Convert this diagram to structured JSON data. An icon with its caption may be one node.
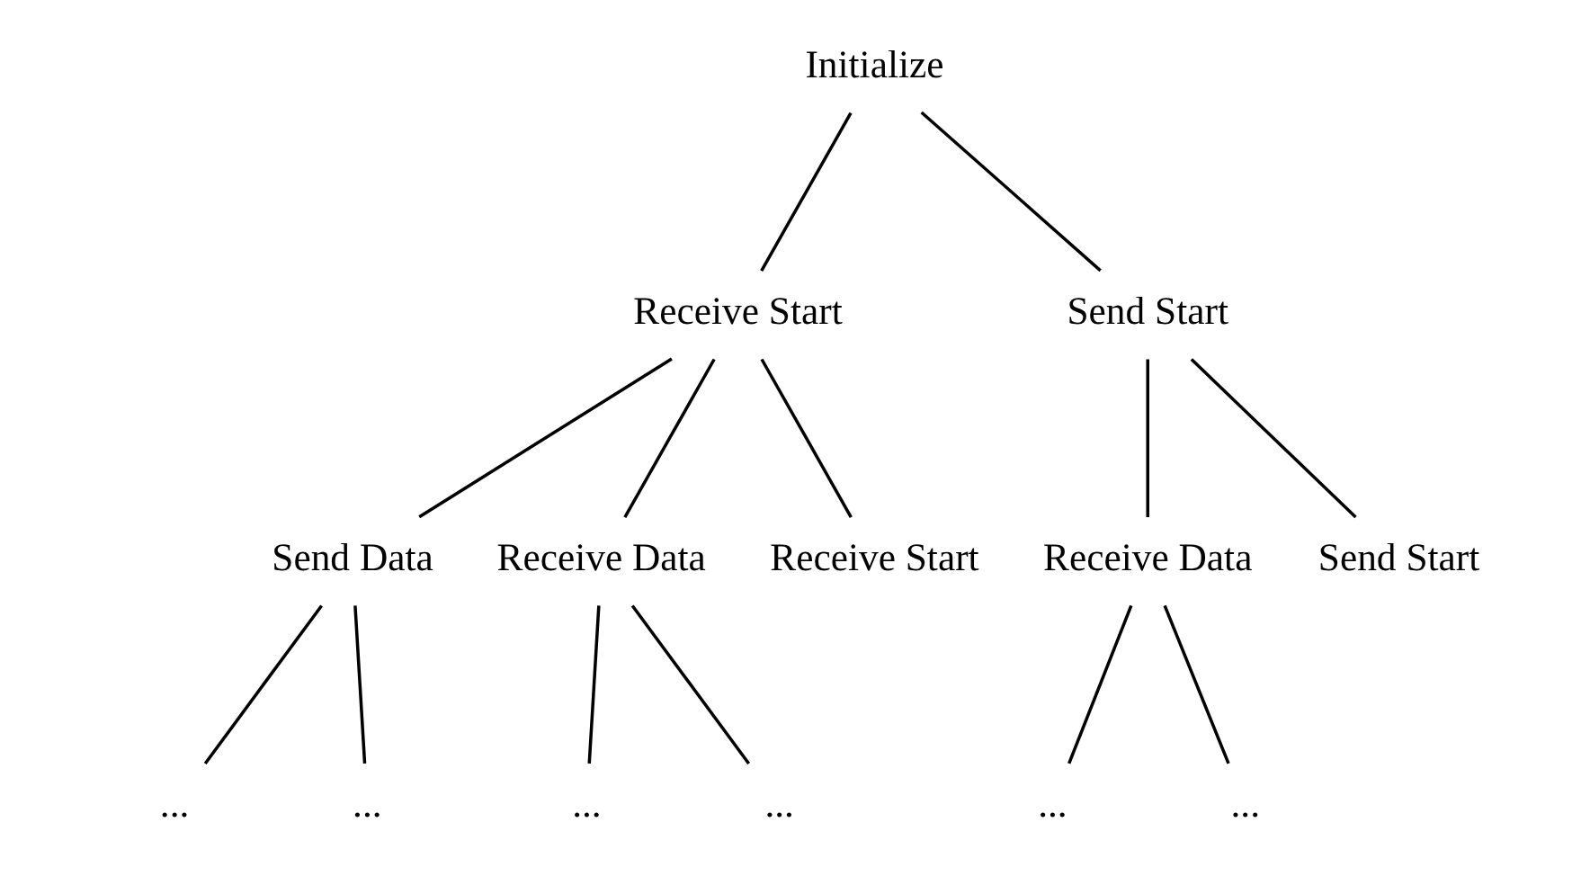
{
  "diagram": {
    "nodes": [
      {
        "text": [
          "Initialize"
        ]
      },
      {
        "text": [
          "Receive Start"
        ]
      },
      {
        "text": [
          "Send Start"
        ]
      },
      {
        "text": [
          "Send Data"
        ]
      },
      {
        "text": [
          "Receive Data"
        ]
      },
      {
        "text": [
          "Receive Start"
        ]
      },
      {
        "text": [
          "Receive Data"
        ]
      },
      {
        "text": [
          "Send Start"
        ]
      },
      {
        "text": [
          "..."
        ]
      },
      {
        "text": [
          "..."
        ]
      },
      {
        "text": [
          "..."
        ]
      },
      {
        "text": [
          "..."
        ]
      },
      {
        "text": [
          "..."
        ]
      },
      {
        "text": [
          "..."
        ]
      }
    ],
    "edges": [
      {
        "from": 0,
        "to": 1,
        "arrow": "none"
      },
      {
        "from": 0,
        "to": 2,
        "arrow": "none"
      },
      {
        "from": 1,
        "to": 3,
        "arrow": "none"
      },
      {
        "from": 1,
        "to": 4,
        "arrow": "none"
      },
      {
        "from": 1,
        "to": 5,
        "arrow": "none"
      },
      {
        "from": 2,
        "to": 6,
        "arrow": "none"
      },
      {
        "from": 2,
        "to": 7,
        "arrow": "none"
      },
      {
        "from": 3,
        "to": 8,
        "arrow": "none"
      },
      {
        "from": 3,
        "to": 9,
        "arrow": "none"
      },
      {
        "from": 4,
        "to": 10,
        "arrow": "none"
      },
      {
        "from": 4,
        "to": 11,
        "arrow": "none"
      },
      {
        "from": 6,
        "to": 12,
        "arrow": "none"
      },
      {
        "from": 6,
        "to": 13,
        "arrow": "none"
      }
    ]
  }
}
